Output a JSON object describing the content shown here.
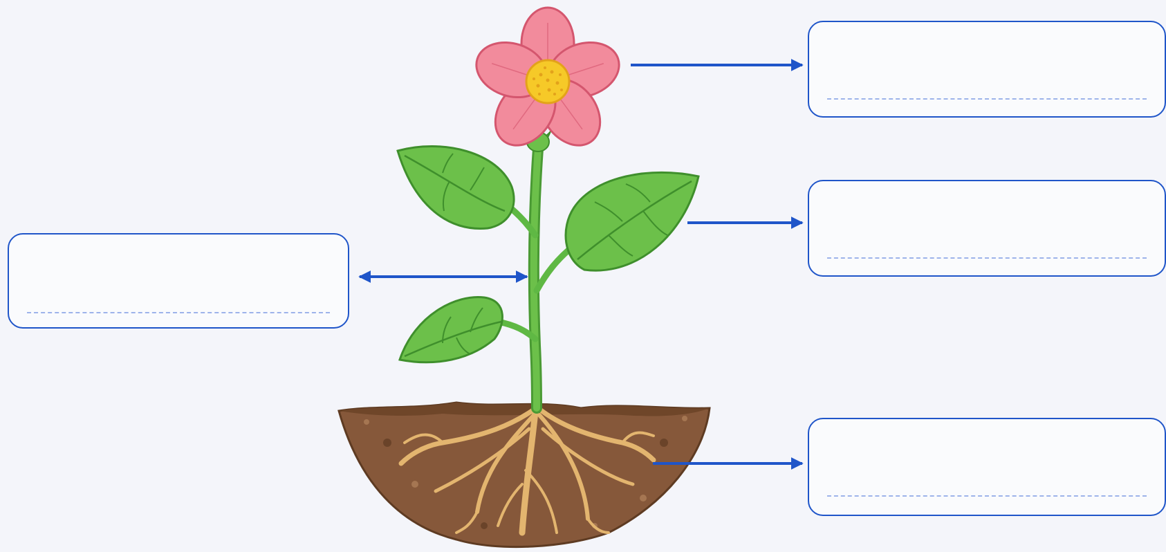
{
  "worksheet": {
    "labels": [
      {
        "part": "flower",
        "answer": ""
      },
      {
        "part": "leaf",
        "answer": ""
      },
      {
        "part": "stem",
        "answer": ""
      },
      {
        "part": "roots",
        "answer": ""
      }
    ]
  },
  "colors": {
    "accent": "#1f55c9",
    "dashed_line": "#9db3ea",
    "petal": "#f28b9c",
    "flower_center": "#f6c928",
    "leaf": "#6cc04a",
    "stem": "#5fb844",
    "soil": "#86583a",
    "root": "#e3b56f",
    "background": "#f4f5fa"
  },
  "icons": [
    "flower-illustration",
    "leaf-illustration",
    "stem-illustration",
    "soil-illustration",
    "roots-illustration",
    "arrow-right-icon",
    "double-arrow-icon"
  ]
}
